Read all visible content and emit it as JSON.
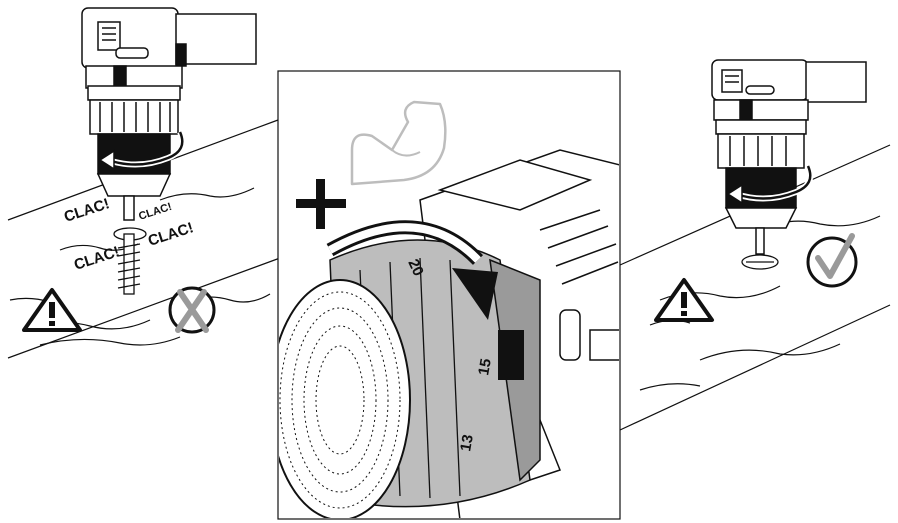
{
  "illustration": {
    "left_panel": {
      "sound_labels": [
        "CLAC!",
        "CLAC!",
        "CLAC!",
        "CLAC!"
      ],
      "warning_icon": "warning-triangle-icon",
      "result_icon": "cross-circle-icon",
      "result": "incorrect"
    },
    "center_panel": {
      "sign": "+",
      "strength_icon": "flexed-arm-icon",
      "dial_numbers": [
        "13",
        "15",
        "20"
      ],
      "rotation_icon": "curved-arrow-clockwise-icon"
    },
    "right_panel": {
      "warning_icon": "warning-triangle-icon",
      "result_icon": "check-circle-icon",
      "result": "correct"
    },
    "colors": {
      "line": "#111111",
      "gray_band": "#9a9a9a",
      "light_gray": "#bdbdbd",
      "paper": "#ffffff"
    }
  }
}
